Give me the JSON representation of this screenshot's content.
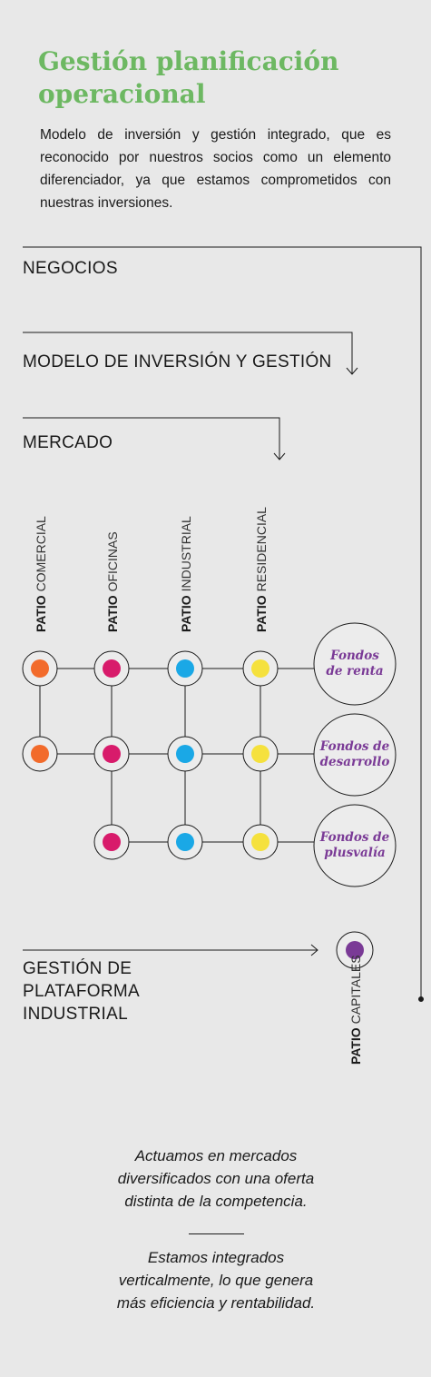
{
  "header": {
    "title_line1": "Gestión planificación",
    "title_line2": "operacional",
    "intro": "Modelo de inversión y gestión integrado, que es reconocido por nuestros socios como un elemento diferenciador, ya que estamos comprometidos con nuestras inversiones."
  },
  "sections": {
    "negocios": "NEGOCIOS",
    "modelo": "MODELO DE INVERSIÓN Y GESTIÓN",
    "mercado": "MERCADO",
    "gestion_line1": "GESTIÓN DE",
    "gestion_line2": "PLATAFORMA",
    "gestion_line3": "INDUSTRIAL"
  },
  "patios": [
    {
      "bold": "PATIO",
      "thin": "COMERCIAL",
      "color": "#f26b2b"
    },
    {
      "bold": "PATIO",
      "thin": "OFICINAS",
      "color": "#d81b6b"
    },
    {
      "bold": "PATIO",
      "thin": "INDUSTRIAL",
      "color": "#1aa8e6"
    },
    {
      "bold": "PATIO",
      "thin": "RESIDENCIAL",
      "color": "#f5e13d"
    }
  ],
  "patio_capitales": {
    "bold": "PATIO",
    "thin": "CAPITALES",
    "color": "#7a3a96"
  },
  "funds": [
    {
      "line1": "Fondos",
      "line2": "de renta"
    },
    {
      "line1": "Fondos de",
      "line2": "desarrollo"
    },
    {
      "line1": "Fondos de",
      "line2": "plusvalía"
    }
  ],
  "quotes": {
    "q1_line1": "Actuamos en mercados",
    "q1_line2": "diversificados con una oferta",
    "q1_line3": "distinta de la competencia.",
    "q2_line1": "Estamos integrados",
    "q2_line2": "verticalmente, lo que genera",
    "q2_line3": "más eficiencia y rentabilidad."
  },
  "colors": {
    "title_green": "#6db862",
    "fund_purple": "#7a3a96",
    "background": "#e8e8e8",
    "line": "#1a1a1a"
  }
}
